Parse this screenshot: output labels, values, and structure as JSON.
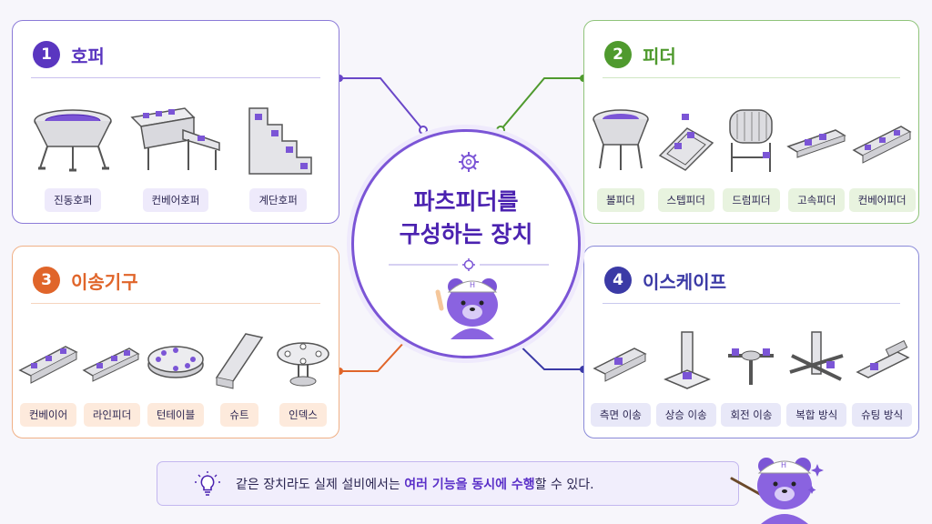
{
  "center": {
    "title_line1": "파츠피더를",
    "title_line2": "구성하는 장치"
  },
  "sections": [
    {
      "number": "1",
      "title": "호퍼",
      "items": [
        {
          "label": "진동호퍼",
          "icon": "vibration-hopper-icon"
        },
        {
          "label": "컨베어호퍼",
          "icon": "conveyor-hopper-icon"
        },
        {
          "label": "계단호퍼",
          "icon": "step-hopper-icon"
        }
      ]
    },
    {
      "number": "2",
      "title": "피더",
      "items": [
        {
          "label": "볼피더",
          "icon": "bowl-feeder-icon"
        },
        {
          "label": "스텝피더",
          "icon": "step-feeder-icon"
        },
        {
          "label": "드럼피더",
          "icon": "drum-feeder-icon"
        },
        {
          "label": "고속피더",
          "icon": "high-speed-feeder-icon"
        },
        {
          "label": "컨베어피더",
          "icon": "conveyor-feeder-icon"
        }
      ]
    },
    {
      "number": "3",
      "title": "이송기구",
      "items": [
        {
          "label": "컨베이어",
          "icon": "conveyor-icon"
        },
        {
          "label": "라인피더",
          "icon": "line-feeder-icon"
        },
        {
          "label": "턴테이블",
          "icon": "turntable-icon"
        },
        {
          "label": "슈트",
          "icon": "chute-icon"
        },
        {
          "label": "인덱스",
          "icon": "index-table-icon"
        }
      ]
    },
    {
      "number": "4",
      "title": "이스케이프",
      "items": [
        {
          "label": "측면 이송",
          "icon": "side-transfer-icon"
        },
        {
          "label": "상승 이송",
          "icon": "lift-transfer-icon"
        },
        {
          "label": "회전 이송",
          "icon": "rotary-transfer-icon"
        },
        {
          "label": "복합 방식",
          "icon": "combined-method-icon"
        },
        {
          "label": "슈팅 방식",
          "icon": "shooting-method-icon"
        }
      ]
    }
  ],
  "bottom": {
    "text_before": "같은 장치라도 실제 설비에서는 ",
    "highlight": "여러 기능을 동시에 수행",
    "text_after": "할 수 있다."
  },
  "colors": {
    "section1": "#5a36c0",
    "section2": "#4f9a2e",
    "section3": "#e0652a",
    "section4": "#3b3aa6",
    "accent": "#7b55d6"
  }
}
